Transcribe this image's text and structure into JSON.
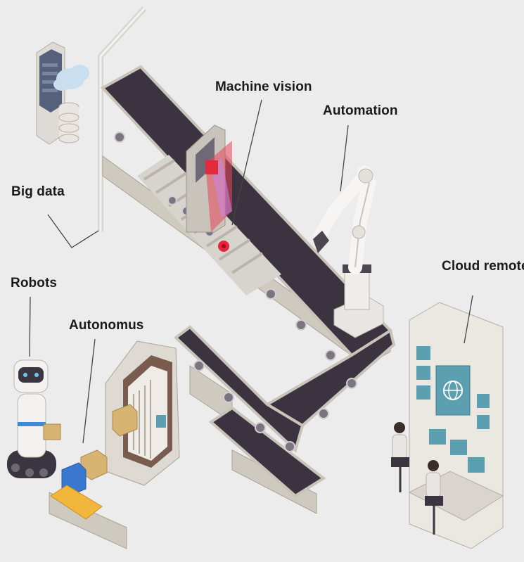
{
  "labels": {
    "machine_vision": "Machine vision",
    "automation": "Automation",
    "big_data": "Big data",
    "cloud_remote": "Cloud remote",
    "robots": "Robots",
    "autonomus": "Autonomus"
  },
  "colors": {
    "background": "#ececec",
    "belt": "#3b3340",
    "frame": "#cfcac0",
    "frame_dark": "#a8a296",
    "panel_screen": "#5b9fb0",
    "laser": "#e8455a",
    "box_blue": "#3a78d0",
    "box_tan": "#d8b473",
    "robot_accent": "#3c8ad8",
    "pallet_yellow": "#f2b63c"
  },
  "icons": [
    "server-icon",
    "cloud-icon",
    "database-icon",
    "robot-arm-icon",
    "service-robot-icon",
    "control-panel-icon",
    "globe-icon",
    "operator-icon",
    "camera-gate-icon",
    "scanner-gate-icon"
  ]
}
